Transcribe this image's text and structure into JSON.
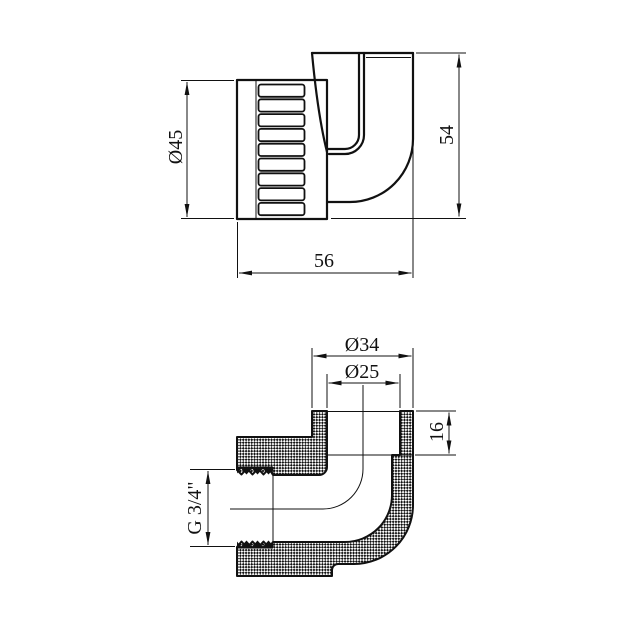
{
  "drawing": {
    "background": "#ffffff",
    "line_color": "#111111",
    "views": {
      "top": {
        "name": "elbow exterior view",
        "dims": {
          "socket_diameter": {
            "label": "Ø45"
          },
          "overall_height": {
            "label": "54"
          },
          "overall_width": {
            "label": "56"
          }
        }
      },
      "section": {
        "name": "elbow cross-section view",
        "dims": {
          "outer_diameter": {
            "label": "Ø34"
          },
          "bore_diameter": {
            "label": "Ø25"
          },
          "socket_depth": {
            "label": "16"
          },
          "thread_size": {
            "label": "G 3/4\""
          }
        }
      }
    }
  }
}
